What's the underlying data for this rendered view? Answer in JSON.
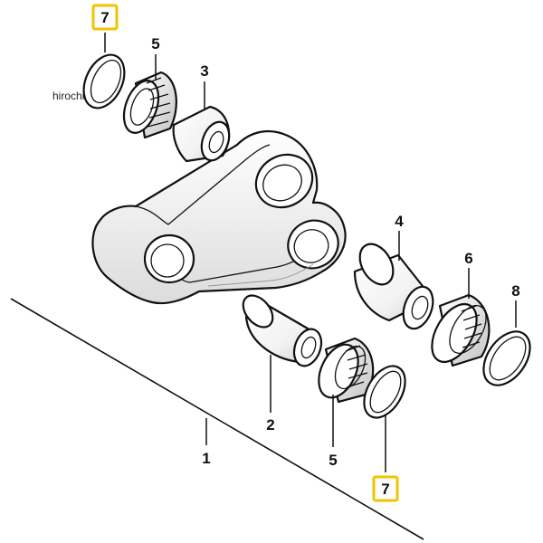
{
  "diagram": {
    "watermark": "hirochi",
    "callouts": {
      "c7_top": "7",
      "c5_top": "5",
      "c3": "3",
      "c4": "4",
      "c6": "6",
      "c8": "8",
      "c2": "2",
      "c1": "1",
      "c5_bottom": "5",
      "c7_bottom": "7"
    },
    "colors": {
      "highlight_border": "#f2c400",
      "line": "#111111",
      "fill": "#ffffff",
      "shade": "#c8c8c8"
    }
  }
}
